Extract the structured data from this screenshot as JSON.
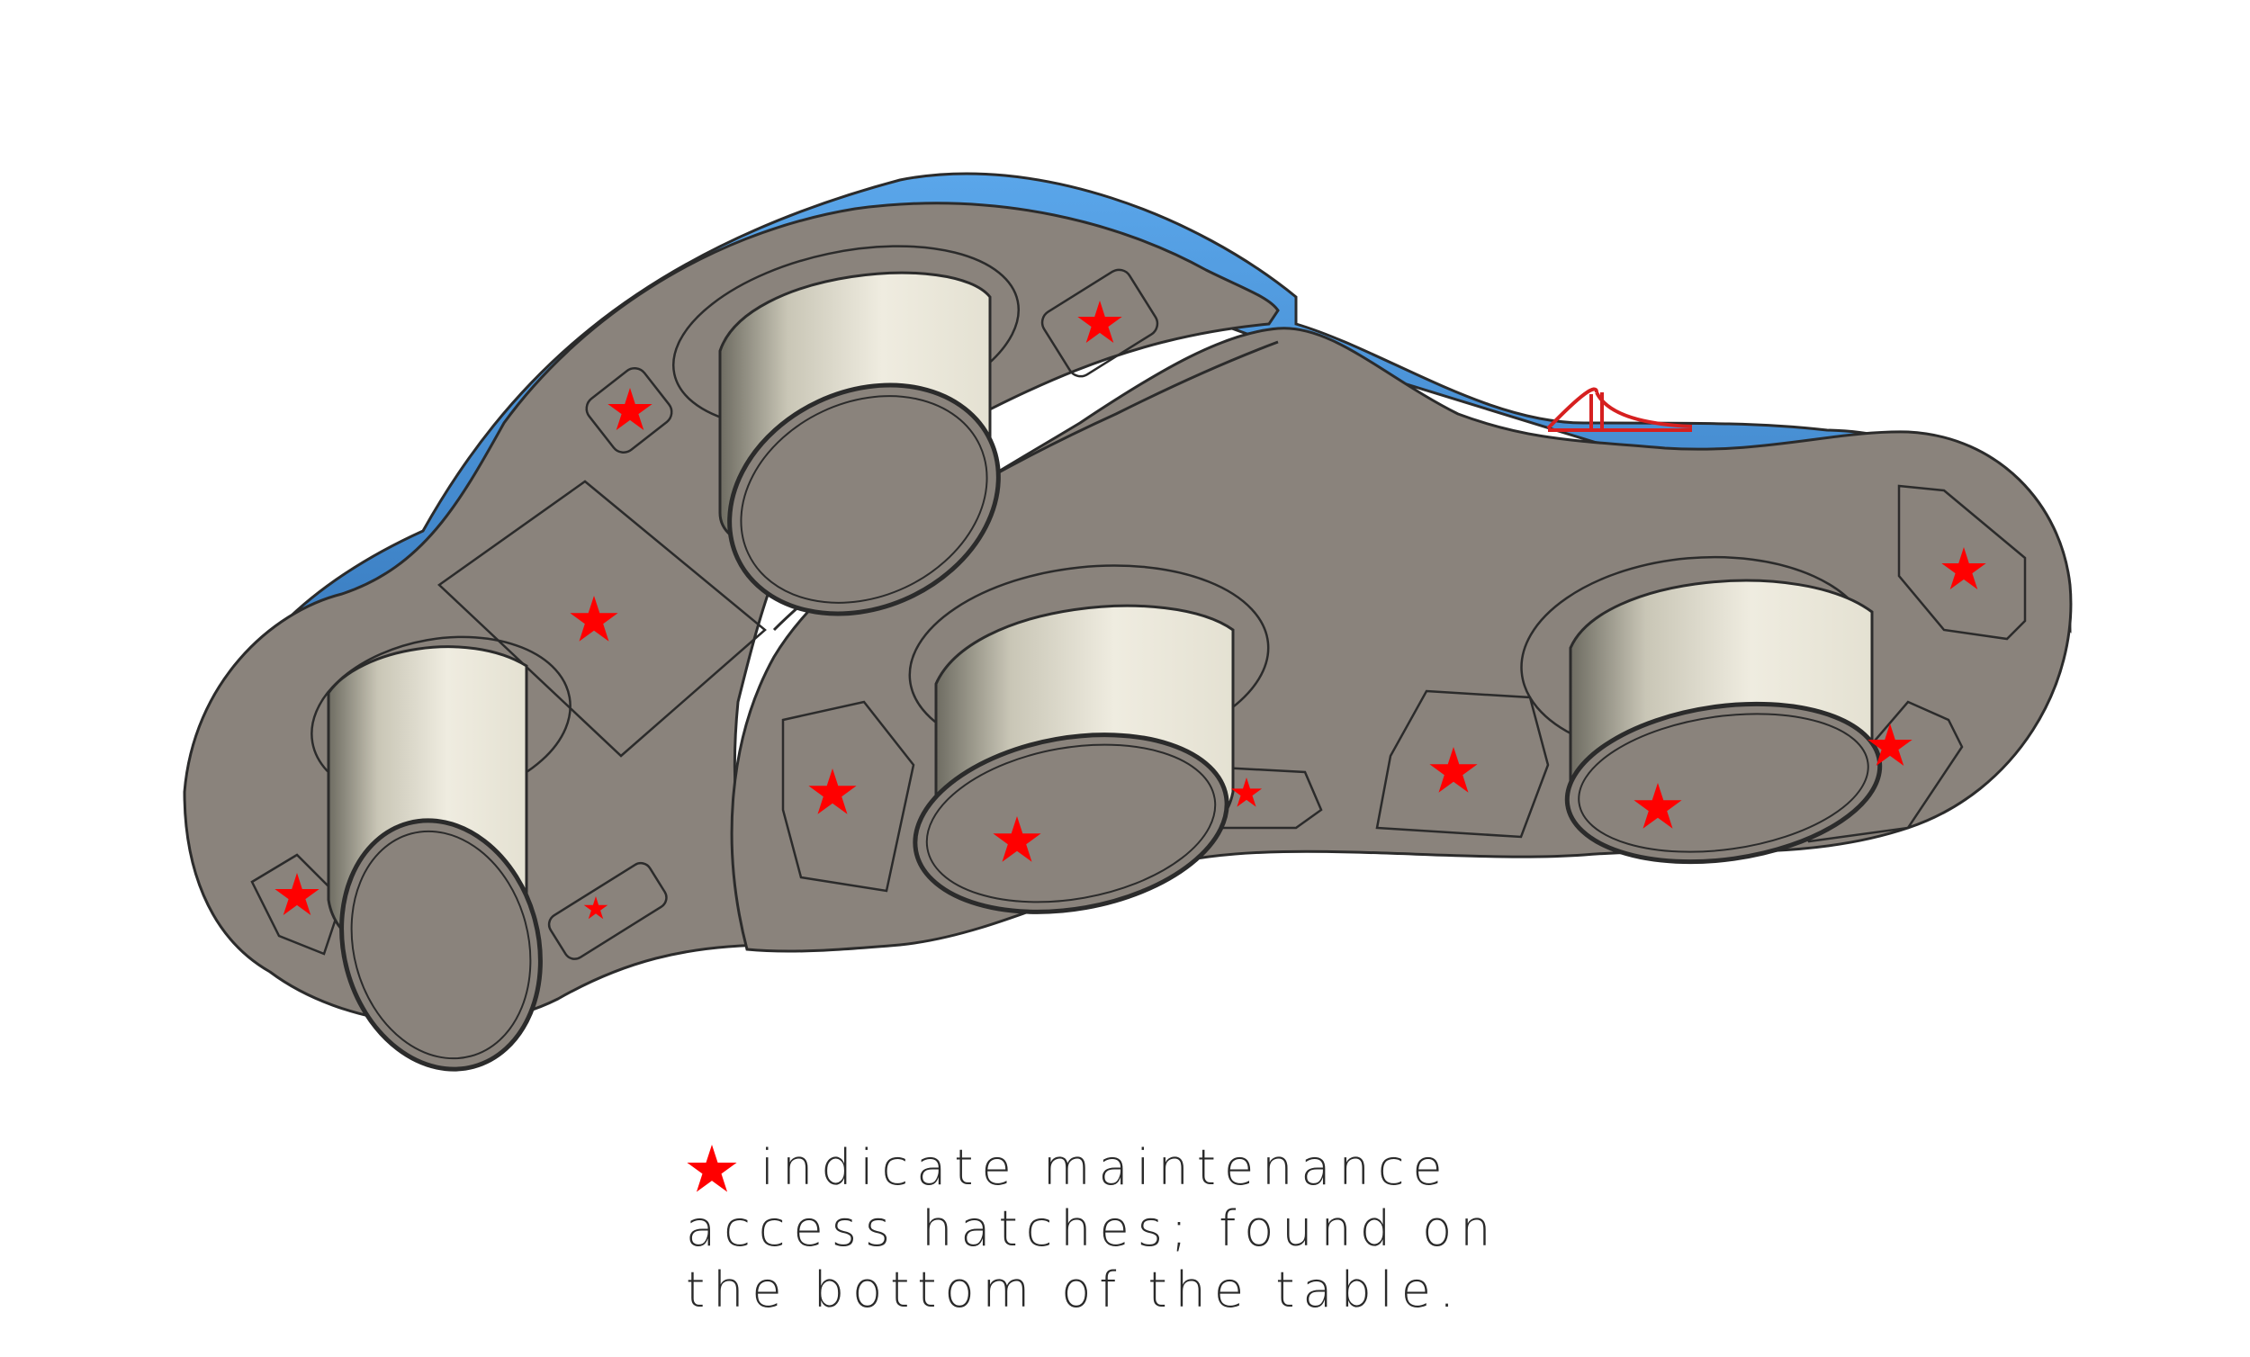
{
  "colors": {
    "table_surface": "#8a837c",
    "edge_band": "#4a97de",
    "edge_band_dark": "#2f6fb3",
    "cylinder_light": "#efece0",
    "cylinder_dark": "#6e6c62",
    "outline": "#2b2b2b",
    "hatch_star": "#ff0000",
    "bridge": "#d62020"
  },
  "icons": {
    "hatch_marker": "red-star-icon"
  },
  "legend": {
    "line1": "indicate maintenance",
    "line2": "access hatches; found on",
    "line3": "the bottom of the table."
  }
}
